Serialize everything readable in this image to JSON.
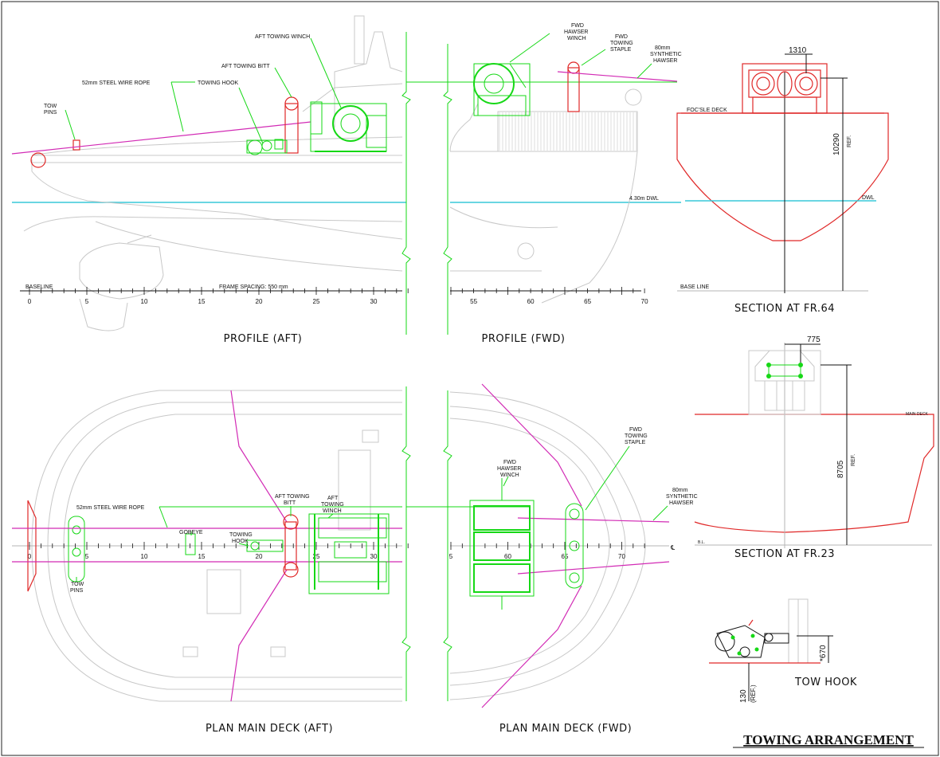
{
  "title": "TOWING ARRANGEMENT",
  "views": {
    "profile_aft": "PROFILE (AFT)",
    "profile_fwd": "PROFILE (FWD)",
    "plan_aft": "PLAN MAIN DECK (AFT)",
    "plan_fwd": "PLAN MAIN DECK (FWD)",
    "section_64": "SECTION AT FR.64",
    "section_23": "SECTION AT FR.23",
    "tow_hook": "TOW HOOK"
  },
  "profile_labels": {
    "aft_towing_winch": "AFT TOWING WINCH",
    "aft_towing_bitt": "AFT TOWING BITT",
    "steel_wire_rope": "52mm STEEL WIRE ROPE",
    "towing_hook": "TOWING HOOK",
    "tow_pins_1": "TOW",
    "tow_pins_2": "PINS",
    "fwd_hawser_winch_1": "FWD",
    "fwd_hawser_winch_2": "HAWSER",
    "fwd_hawser_winch_3": "WINCH",
    "fwd_towing_staple_1": "FWD",
    "fwd_towing_staple_2": "TOWING",
    "fwd_towing_staple_3": "STAPLE",
    "synthetic_hawser_1": "80mm",
    "synthetic_hawser_2": "SYNTHETIC",
    "synthetic_hawser_3": "HAWSER",
    "baseline": "BASELINE",
    "frame_spacing": "FRAME SPACING: 550 mm",
    "dwl": "4.30m DWL"
  },
  "profile_aft_ticks": [
    "0",
    "5",
    "10",
    "15",
    "20",
    "25",
    "30"
  ],
  "profile_fwd_ticks": [
    "55",
    "60",
    "65",
    "70"
  ],
  "plan_aft_ticks": [
    "0",
    "5",
    "10",
    "15",
    "20",
    "25",
    "30"
  ],
  "plan_fwd_ticks": [
    "5",
    "60",
    "65",
    "70"
  ],
  "plan_labels": {
    "steel_wire_rope": "52mm STEEL WIRE ROPE",
    "aft_towing_bitt_1": "AFT TOWING",
    "aft_towing_bitt_2": "BITT",
    "aft_towing_winch_1": "AFT",
    "aft_towing_winch_2": "TOWING",
    "aft_towing_winch_3": "WINCH",
    "gobeye": "GOBEYE",
    "towing_hook_1": "TOWING",
    "towing_hook_2": "HOOK",
    "tow_pins_1": "TOW",
    "tow_pins_2": "PINS",
    "fwd_hawser_winch_1": "FWD",
    "fwd_hawser_winch_2": "HAWSER",
    "fwd_hawser_winch_3": "WINCH",
    "fwd_towing_staple_1": "FWD",
    "fwd_towing_staple_2": "TOWING",
    "fwd_towing_staple_3": "STAPLE",
    "synthetic_hawser_1": "80mm",
    "synthetic_hawser_2": "SYNTHETIC",
    "synthetic_hawser_3": "HAWSER",
    "centerline": "℄"
  },
  "section_64": {
    "width_dim": "1310",
    "height_dim": "10290",
    "ref": "REF.",
    "focsle_deck": "FOC'SLE DECK",
    "dwl": "DWL",
    "base_line": "BASE LINE"
  },
  "section_23": {
    "width_dim": "775",
    "height_dim": "8705",
    "ref": "REF.",
    "main_deck": "MAIN DECK",
    "bl": "B.L."
  },
  "tow_hook": {
    "height_dim": "*670",
    "offset_dim": "130",
    "offset_ref": "(REF.)"
  },
  "colors": {
    "hull": "#c8c8c8",
    "equipment": "#16d816",
    "structure": "#e02828",
    "rope": "#d22bb5",
    "waterline": "#38c8d8"
  }
}
